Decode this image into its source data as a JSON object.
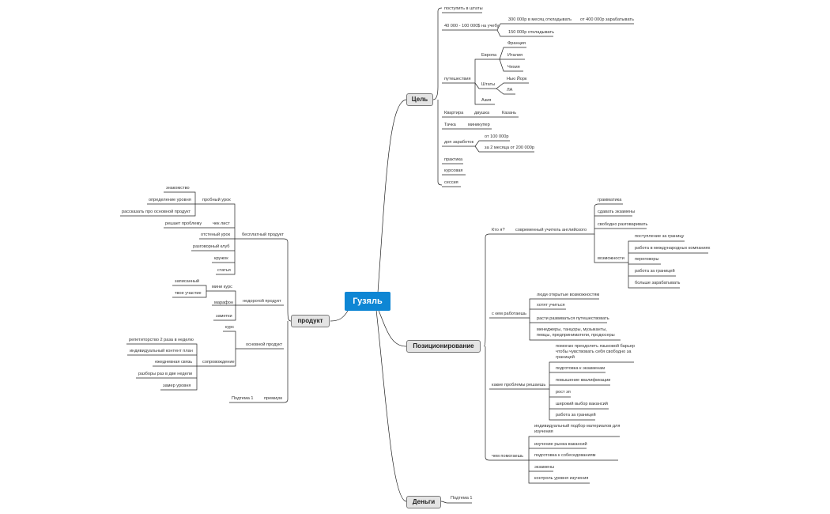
{
  "central": "Гузяль",
  "main": {
    "goal": "Цель",
    "product": "продукт",
    "positioning": "Позиционирование",
    "money": "Деньги"
  },
  "goal": {
    "usa": "поступить в штаты",
    "study": "40 000 - 100 000$ на учебу",
    "save300": "300 000р в месяц откладывать",
    "earn400": "от 400 000р зарабатывать",
    "save150": "150 000р откладывать",
    "travel": "путешествия",
    "europe": "Европа",
    "france": "Франция",
    "italy": "Италия",
    "czech": "Чехия",
    "states": "Штаты",
    "ny": "Нью Йорк",
    "la": "ЛА",
    "asia": "Азия",
    "apartment": "Квартира",
    "twoRoom": "двушка",
    "kazan": "Казань",
    "car": "Тачка",
    "mini": "миникупер",
    "extra": "доп заработок",
    "from100": "от 100 000р",
    "for2m": "за 2 месяца от 200 000р",
    "practice": "практика",
    "coursework": "курсовая",
    "session": "сессия"
  },
  "product": {
    "free": "бесплатный продукт",
    "trial": "пробный урок",
    "acquaint": "знакомство",
    "level": "определение уровня",
    "tell": "рассказать про основной продукт",
    "checklist": "чек лист",
    "solves": "решает проблему",
    "recorded": "отстеный урок",
    "club": "разговорный клуб",
    "circle": "кружок",
    "article": "статья",
    "cheap": "недорогой продукт",
    "minicourse": "мини курс",
    "rec": "записанный",
    "part": "твое участие",
    "marathon": "марафон",
    "notes": "заметки",
    "main": "основной продукт",
    "course": "курс",
    "escort": "сопровождение",
    "tutor": "репетиторство 2 раза в неделю",
    "indiv": "индивидуальный контент план",
    "daily": "ежедневная связь",
    "review": "разборы раз в две недели",
    "measure": "замер уровня",
    "premium": "премиум",
    "later": "Подтема 1"
  },
  "positioning": {
    "who": "Кто я?",
    "teacher": "современный учитель английского",
    "grammar": "грамматика",
    "exams": "сдавать экзамены",
    "speak": "свободно разговаривать",
    "opps": "возможности",
    "abroad": "поступление за границу",
    "intl": "работа в международных компаниях",
    "talks": "переговоры",
    "workAbroad": "работа за границей",
    "moreMoney": "больше зарабатывать",
    "with": "с кем работаешь",
    "open": "люди открытые возможностям",
    "learn": "хотят учиться",
    "grow": "расти развиваться путешествовать",
    "managers": "менеджеры, танцоры, музыканты, певцы, предприниматели, продюсеры",
    "problems": "какие проблемы решаешь",
    "barrier": "помогаю преодолеть языковой барьер чтобы чувствовать себя свободно за границей",
    "prepExam": "подготовка к экзаменам",
    "qual": "повышение квалификации",
    "career": "рост зп",
    "vacancies": "широкий выбор вакансий",
    "jobAbroad": "работа за границей",
    "helps": "чем помогаешь",
    "materials": "индивидуальный подбор материалов для изучения",
    "market": "изучение рынка вакансий",
    "interview": "подготовка к собеседованиям",
    "examsH": "экзамены",
    "control": "контроль уровня изучения"
  },
  "money": {
    "sub": "Подтема 1"
  }
}
